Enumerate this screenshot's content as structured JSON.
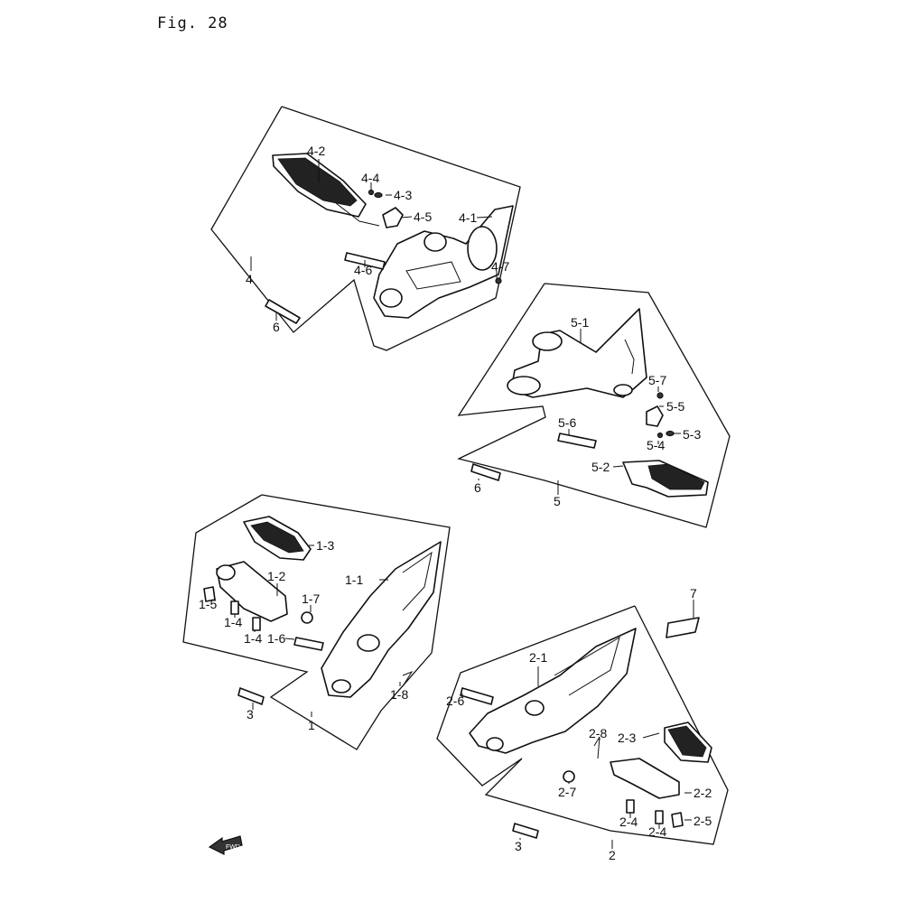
{
  "figure": {
    "title": "Fig. 28"
  },
  "fwd_badge": "FWD",
  "labels": {
    "l4_2": "4-2",
    "l4_4": "4-4",
    "l4_3": "4-3",
    "l4_5": "4-5",
    "l4_1": "4-1",
    "l4": "4",
    "l4_6": "4-6",
    "l4_7": "4-7",
    "l6a": "6",
    "l5_1": "5-1",
    "l5_7": "5-7",
    "l5_5": "5-5",
    "l5_6": "5-6",
    "l5_3": "5-3",
    "l5_4": "5-4",
    "l5_2": "5-2",
    "l6b": "6",
    "l5": "5",
    "l1_3": "1-3",
    "l1_1": "1-1",
    "l1_2": "1-2",
    "l1_5": "1-5",
    "l1_7": "1-7",
    "l1_4a": "1-4",
    "l1_4b": "1-4",
    "l1_6": "1-6",
    "l1_8": "1-8",
    "l3a": "3",
    "l1": "1",
    "l7": "7",
    "l2_1": "2-1",
    "l2_6": "2-6",
    "l2_8": "2-8",
    "l2_3": "2-3",
    "l2_7": "2-7",
    "l2_2": "2-2",
    "l2_4a": "2-4",
    "l2_4b": "2-4",
    "l2_5": "2-5",
    "l3b": "3",
    "l2": "2"
  }
}
